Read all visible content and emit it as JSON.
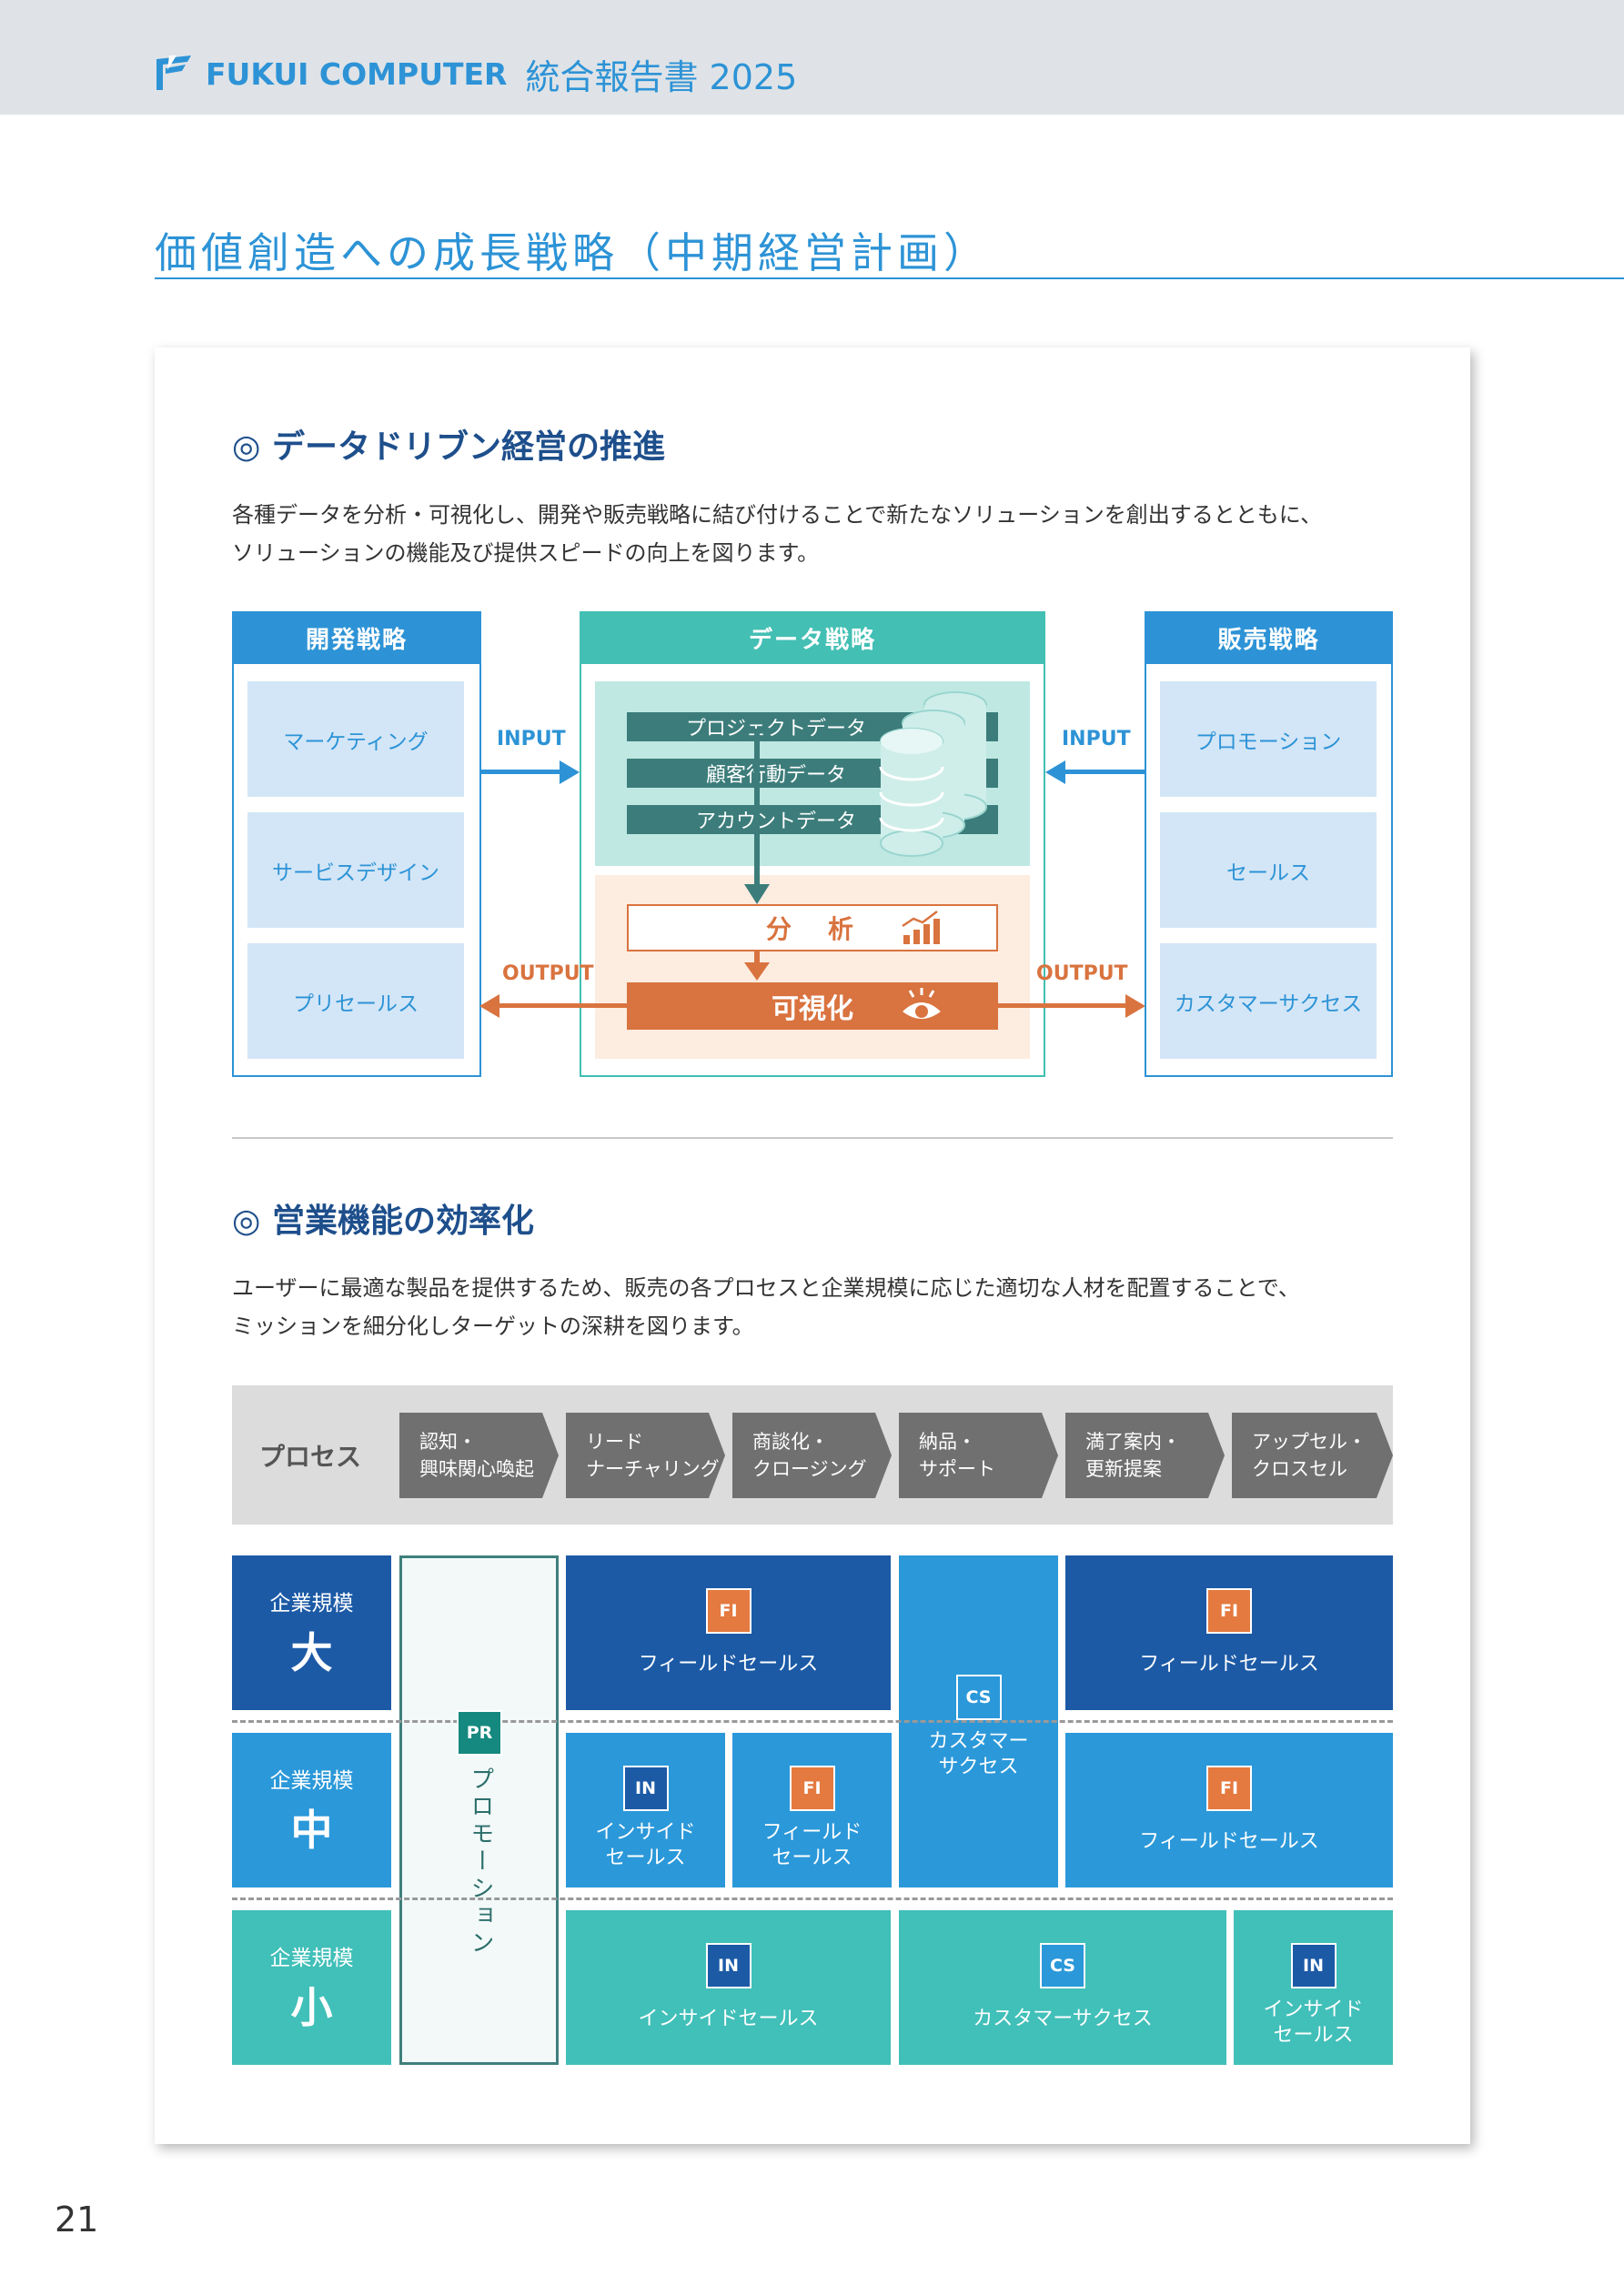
{
  "header": {
    "brand": "FUKUI COMPUTER",
    "doc_title": "統合報告書 2025",
    "logo_icon": "fukui-logo-mark",
    "accent": "#2d93d6"
  },
  "page_title": "価値創造への成長戦略（中期経営計画）",
  "section1": {
    "heading": "◎ データドリブン経営の推進",
    "paragraph_lines": [
      "各種データを分析・可視化し、開発や販売戦略に結び付けることで新たなソリューションを創出するとともに、",
      "ソリューションの機能及び提供スピードの向上を図ります。"
    ],
    "dev": {
      "title": "開発戦略",
      "items": [
        "マーケティング",
        "サービスデザイン",
        "プリセールス"
      ]
    },
    "data": {
      "title": "データ戦略",
      "bars": [
        "プロジェクトデータ",
        "顧客行動データ",
        "アカウントデータ"
      ],
      "analysis": "分　析",
      "visualize": "可視化"
    },
    "sales": {
      "title": "販売戦略",
      "items": [
        "プロモーション",
        "セールス",
        "カスタマーサクセス"
      ]
    },
    "input_label": "INPUT",
    "output_label": "OUTPUT",
    "colors": {
      "blue": "#2d93d6",
      "teal": "#43bfb4",
      "dark_teal": "#3c7d7b",
      "orange": "#d9733f"
    }
  },
  "section2": {
    "heading": "◎ 営業機能の効率化",
    "paragraph_lines": [
      "ユーザーに最適な製品を提供するため、販売の各プロセスと企業規模に応じた適切な人材を配置することで、",
      "ミッションを細分化しターゲットの深耕を図ります。"
    ],
    "process_label": "プロセス",
    "steps": [
      [
        "認知・",
        "興味関心喚起"
      ],
      [
        "リード",
        "ナーチャリング"
      ],
      [
        "商談化・",
        "クロージング"
      ],
      [
        "納品・",
        "サポート"
      ],
      [
        "満了案内・",
        "更新提案"
      ],
      [
        "アップセル・",
        "クロスセル"
      ]
    ],
    "size_label": "企業規模",
    "sizes": [
      "大",
      "中",
      "小"
    ],
    "promotion": {
      "badge": "PR",
      "label": "プロモーション"
    },
    "badges": {
      "fi": "FI",
      "in": "IN",
      "cs": "CS"
    },
    "field_sales": "フィールドセールス",
    "field_sales_split": [
      "フィールド",
      "セールス"
    ],
    "inside_sales": "インサイドセールス",
    "inside_sales_split": [
      "インサイド",
      "セールス"
    ],
    "customer_success": "カスタマーサクセス",
    "customer_success_split": [
      "カスタマー",
      "サクセス"
    ],
    "colors": {
      "navy": "#1c5aa6",
      "blue": "#2b98d9",
      "teal": "#41bfb9",
      "fi_badge": "#e47a3f",
      "in_badge": "#1c5aa6",
      "cs_badge": "#2b98d9",
      "pr_badge": "#15897f"
    }
  },
  "page_number": "21"
}
